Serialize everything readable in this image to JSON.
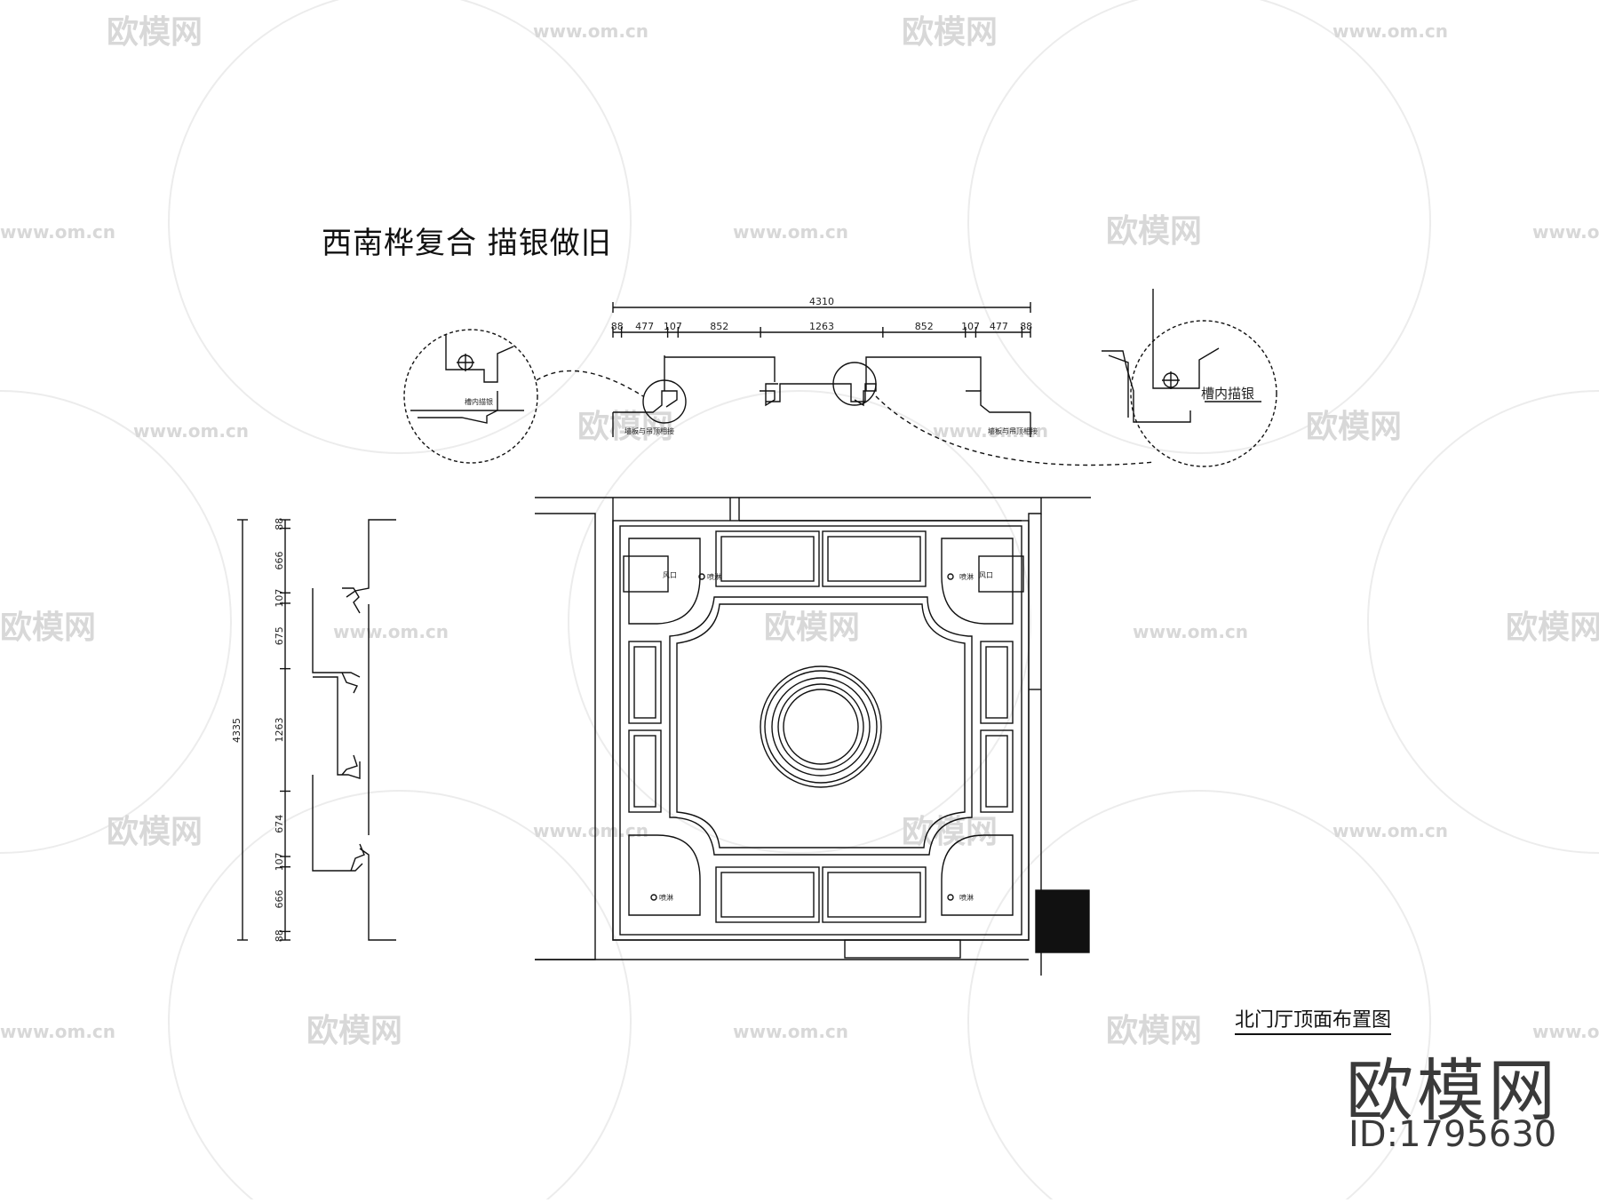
{
  "drawing_title": "西南桦复合 描银做旧",
  "plan_title": "北门厅顶面布置图",
  "top_dimension": {
    "total": "4310",
    "segments": [
      "88",
      "477",
      "107",
      "852",
      "1263",
      "852",
      "107",
      "477",
      "88"
    ]
  },
  "side_dimension": {
    "total": "4335",
    "segments": [
      "88",
      "666",
      "107",
      "675",
      "1263",
      "674",
      "107",
      "666",
      "88"
    ]
  },
  "callouts": {
    "right_detail_label": "槽内描银",
    "left_detail_label": "槽内描银",
    "section_note_left": "墙板与吊顶相接",
    "section_note_right": "墙板与吊顶相接"
  },
  "plan_labels": {
    "spray": "喷淋",
    "vent_top_left": "风口",
    "vent_top_right": "风口"
  },
  "watermark": {
    "brand": "欧模网",
    "url": "www.om.cn"
  },
  "brand": {
    "name": "欧模网",
    "id": "ID:1795630"
  },
  "colors": {
    "ink": "#111111",
    "watermark": "#d8d8d8",
    "brand": "#3a3a3a"
  }
}
